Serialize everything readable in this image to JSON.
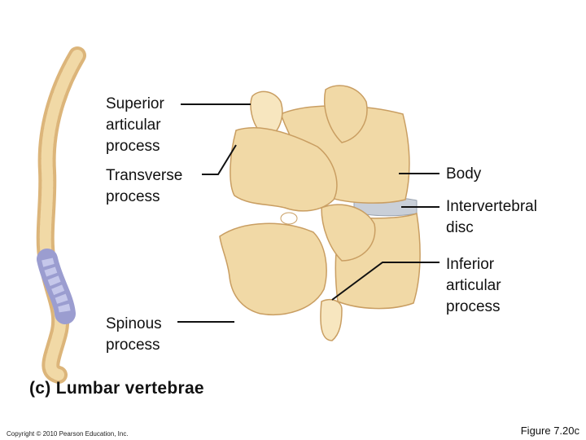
{
  "labels": {
    "superior_articular_process": "Superior\narticular\nprocess",
    "transverse_process": "Transverse\nprocess",
    "spinous_process": "Spinous\nprocess",
    "body": "Body",
    "intervertebral_disc": "Intervertebral\ndisc",
    "inferior_articular_process": "Inferior\narticular\nprocess"
  },
  "caption": "(c) Lumbar vertebrae",
  "copyright": "Copyright © 2010 Pearson Education, Inc.",
  "figure_number": "Figure 7.20c",
  "colors": {
    "bone": "#f1d9a6",
    "bone_shadow": "#dcb57a",
    "disc": "#c9cfd8",
    "lumbar_highlight": "#9b9dd0",
    "leader_line": "#111111"
  }
}
